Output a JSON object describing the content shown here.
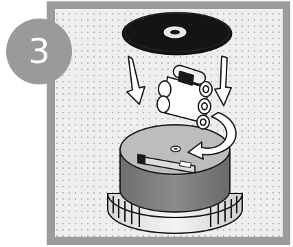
{
  "step": {
    "number": "3"
  },
  "illustration": {
    "parts": [
      "battery-cover-disc",
      "battery-pack",
      "battery-compartment-base"
    ],
    "arrows": [
      "left-down-arrow",
      "right-down-arrow",
      "insert-curved-arrow"
    ]
  },
  "colors": {
    "frame": "#9c9c9c",
    "panel": "#eeeeee",
    "badge": "#9a9a9a",
    "disc": "#141414",
    "outline": "#1a1a1a",
    "base_side": "#7d7d7d",
    "base_top": "#bdbdbd",
    "white": "#ffffff"
  }
}
